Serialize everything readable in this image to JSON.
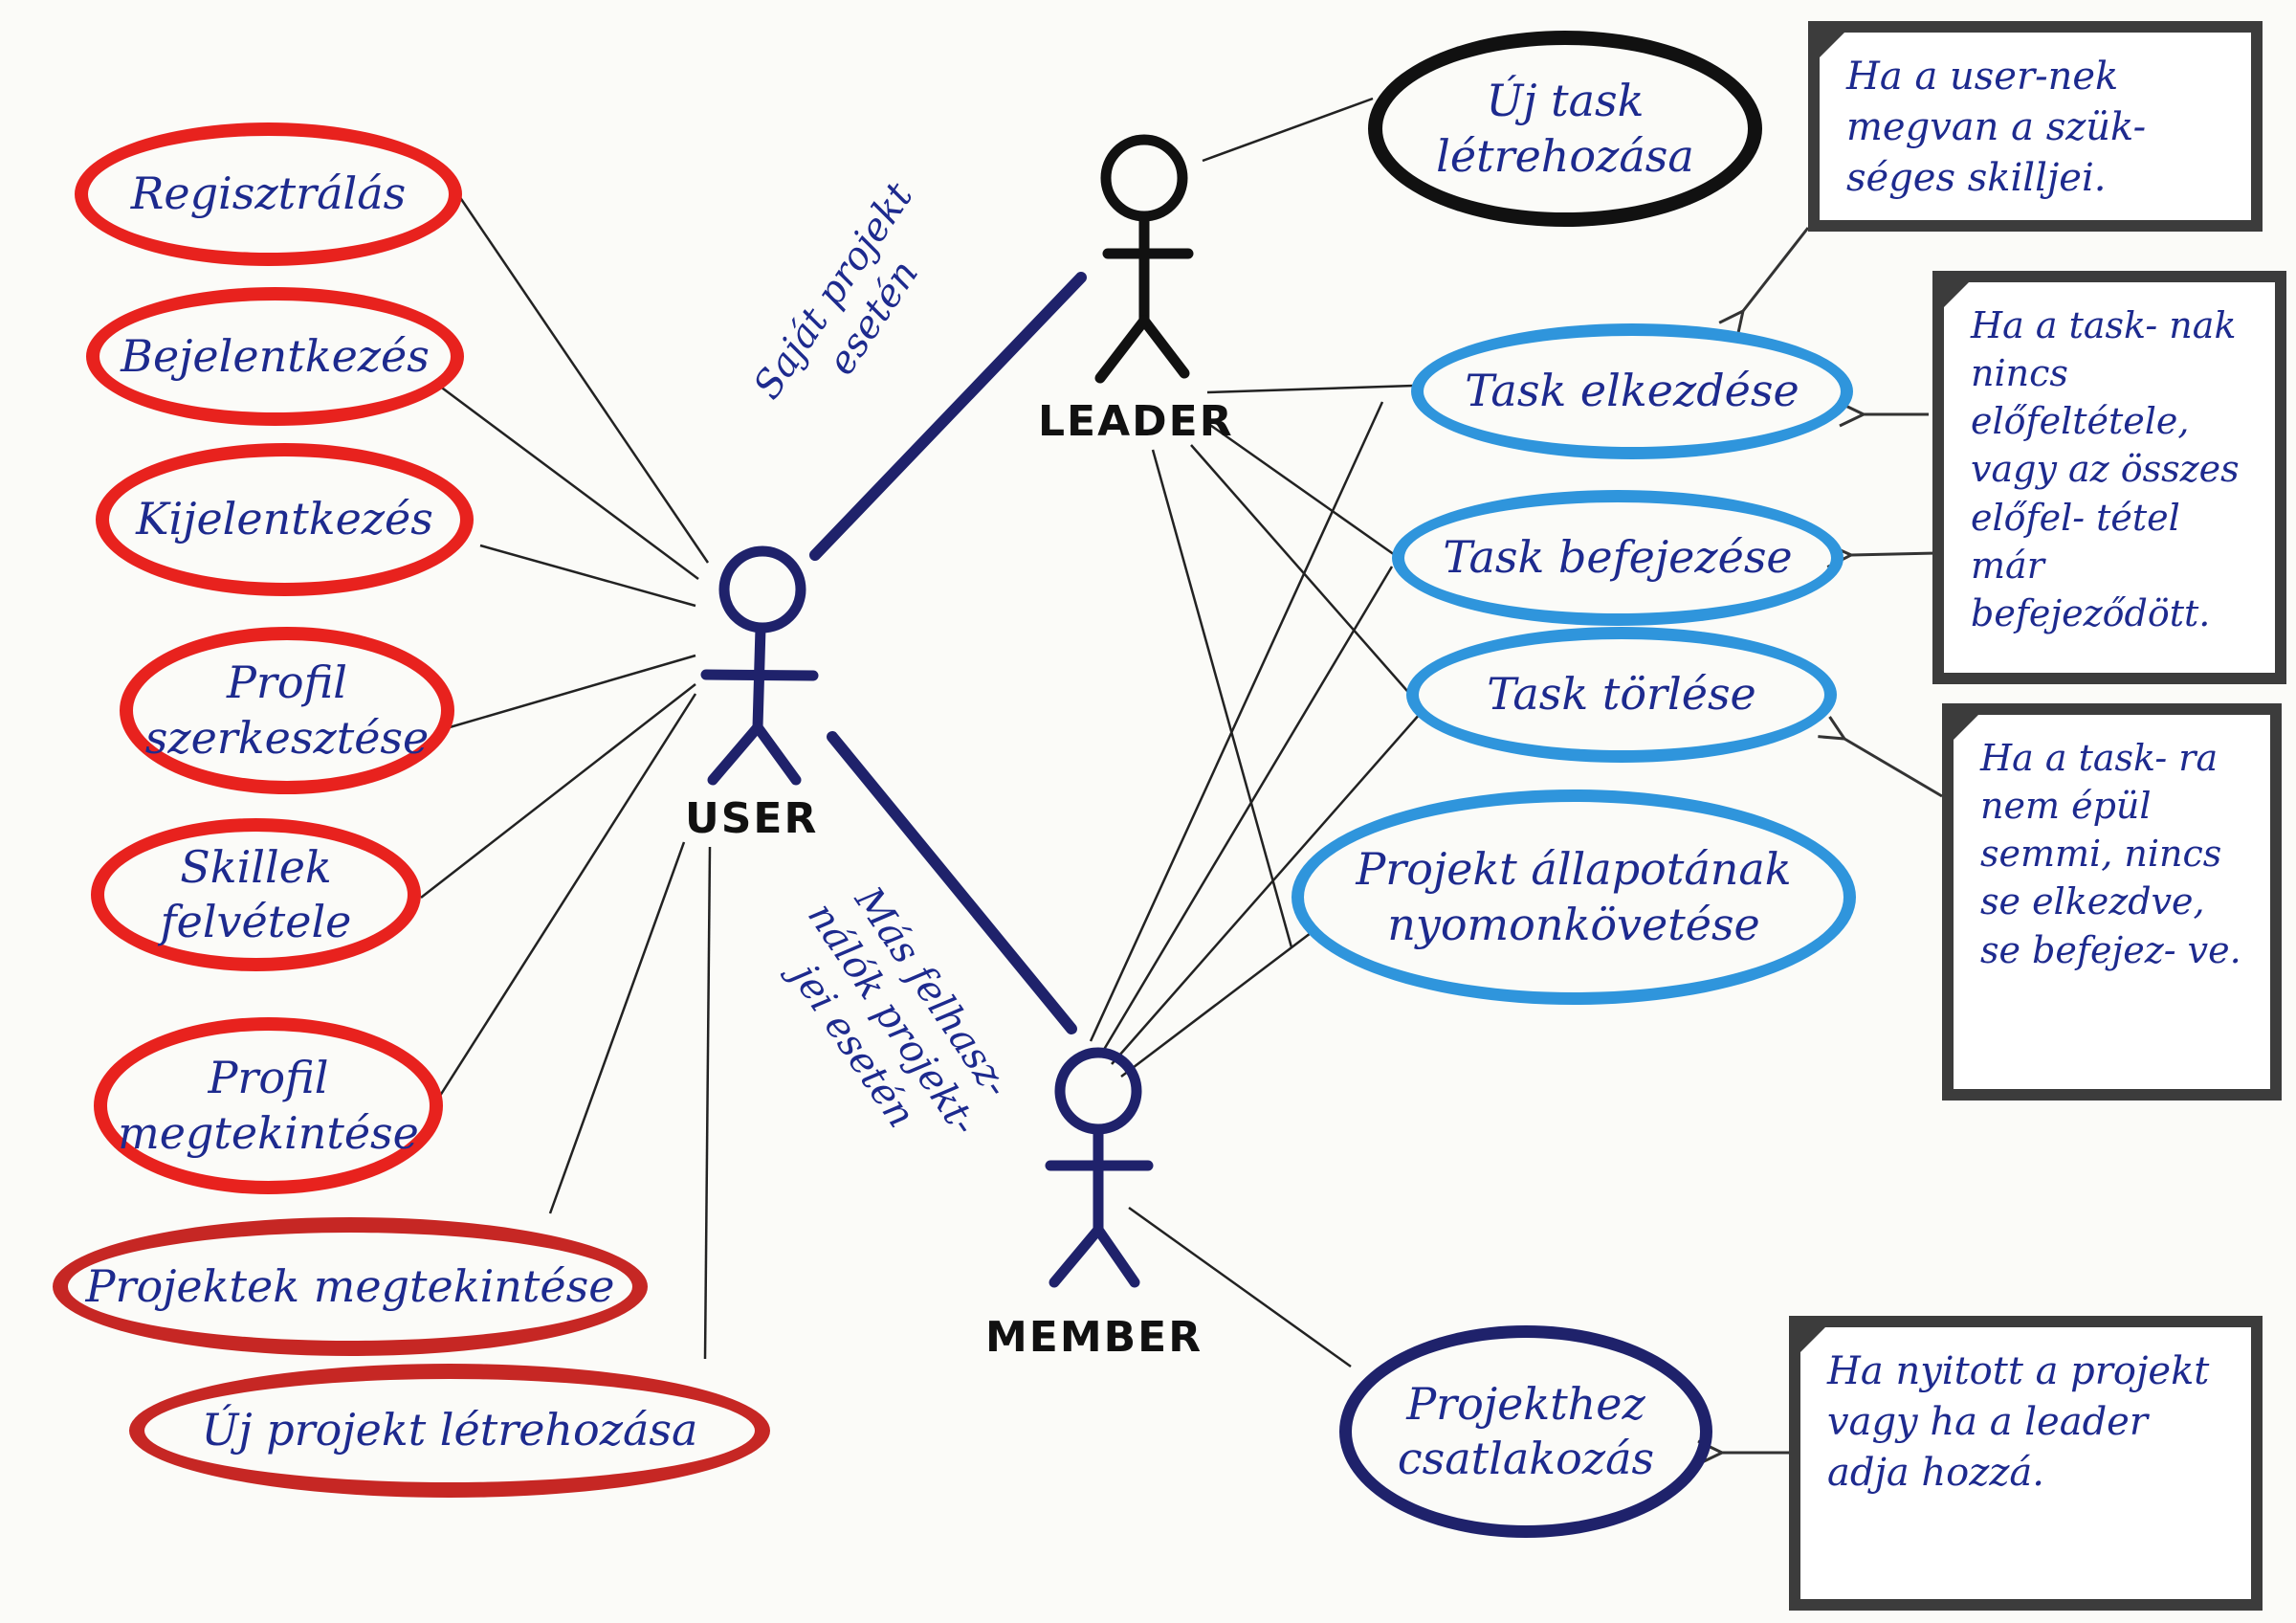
{
  "actors": {
    "user": "USER",
    "leader": "LEADER",
    "member": "MEMBER"
  },
  "relations": {
    "leader": "Saját projekt esetén",
    "member": "Más felhasz- nálók projekt- jei esetén"
  },
  "user_cases": [
    "Regisztrálás",
    "Bejelentkezés",
    "Kijelentkezés",
    "Profil szerkesztése",
    "Skillek felvétele",
    "Profil megtekintése",
    "Projektek megtekintése",
    "Új projekt létrehozása"
  ],
  "leader_case": "Új task létrehozása",
  "shared_cases": [
    "Task elkezdése",
    "Task befejezése",
    "Task törlése",
    "Projekt állapotának nyomonkövetése"
  ],
  "member_case": "Projekthez csatlakozás",
  "notes": [
    "Ha a user-nek megvan a szük- séges skilljei.",
    "Ha a task- nak nincs előfeltétele, vagy az összes előfel- tétel már befejeződött.",
    "Ha a task- ra nem épül semmi, nincs se elkezdve, se befejez- ve.",
    "Ha nyitott a projekt vagy ha a leader adja hozzá."
  ],
  "colors": {
    "user_case_border": "#e8221e",
    "shared_case_border": "#2f95dc",
    "actor_user": "#1f226b",
    "actor_leader": "#111111",
    "text": "#1d2a8e"
  }
}
